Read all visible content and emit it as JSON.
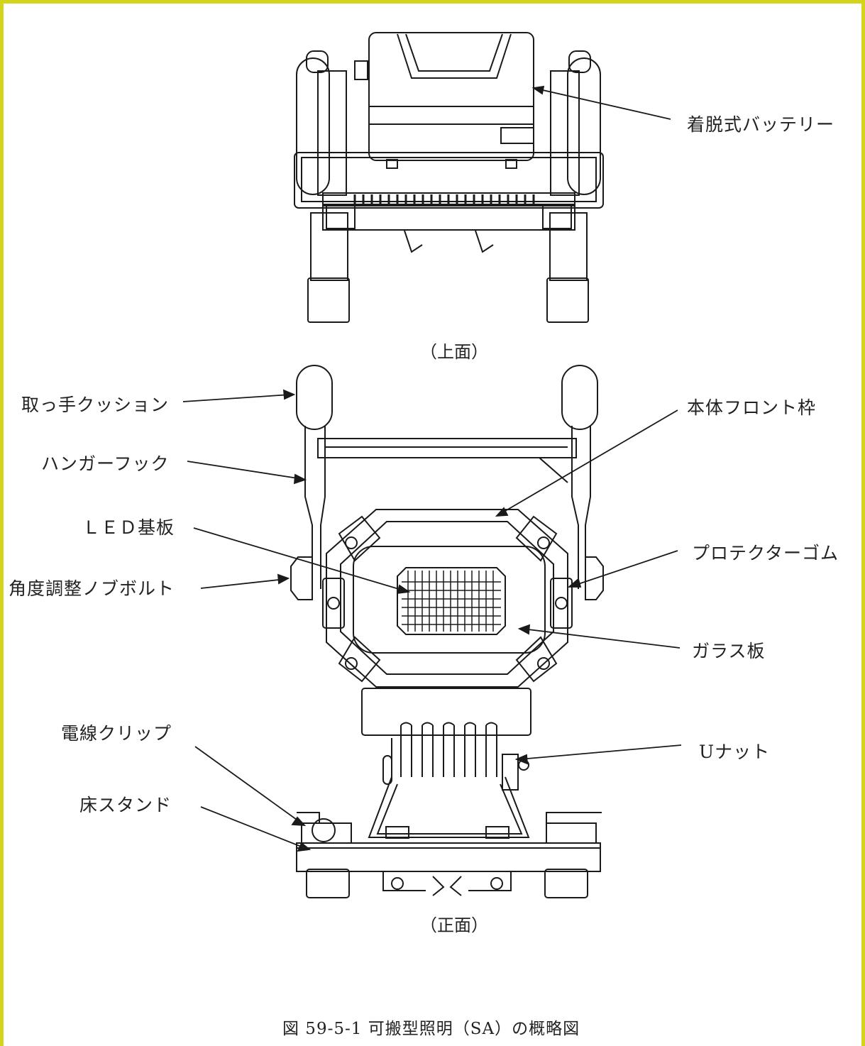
{
  "labels": {
    "battery": "着脱式バッテリー",
    "handle_cushion": "取っ手クッション",
    "body_front_frame": "本体フロント枠",
    "hanger_hook": "ハンガーフック",
    "led_board": "ＬＥＤ基板",
    "protector_rubber": "プロテクターゴム",
    "angle_knob_bolt": "角度調整ノブボルト",
    "glass_plate": "ガラス板",
    "wire_clip": "電線クリップ",
    "u_nut": "Uナット",
    "floor_stand": "床スタンド"
  },
  "views": {
    "top": "（上面）",
    "front": "（正面）"
  },
  "figure_caption": "図 59-5-1 可搬型照明（SA）の概略図",
  "colors": {
    "frame": "#d4d41c",
    "line": "#1a1a1a"
  }
}
